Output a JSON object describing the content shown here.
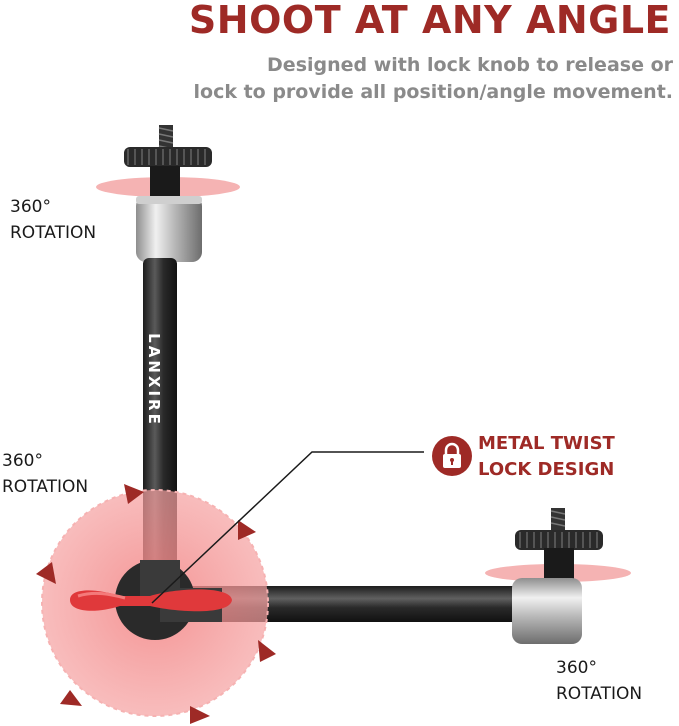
{
  "header": {
    "headline": "SHOOT AT ANY ANGLE",
    "subline_1": "Designed with lock knob to release or",
    "subline_2": "lock to provide all position/angle movement."
  },
  "labels": {
    "top": {
      "line1": "360°",
      "line2": "ROTATION"
    },
    "middle": {
      "line1": "360°",
      "line2": "ROTATION"
    },
    "bottom": {
      "line1": "360°",
      "line2": "ROTATION"
    }
  },
  "callout": {
    "line1": "METAL TWIST",
    "line2": "LOCK DESIGN",
    "icon": "padlock-icon"
  },
  "product": {
    "brand": "LANXIRE"
  },
  "colors": {
    "brand_red": "#9e2a26",
    "subtitle_gray": "#8a8a8a",
    "highlight_pink": "#f08a8a"
  }
}
